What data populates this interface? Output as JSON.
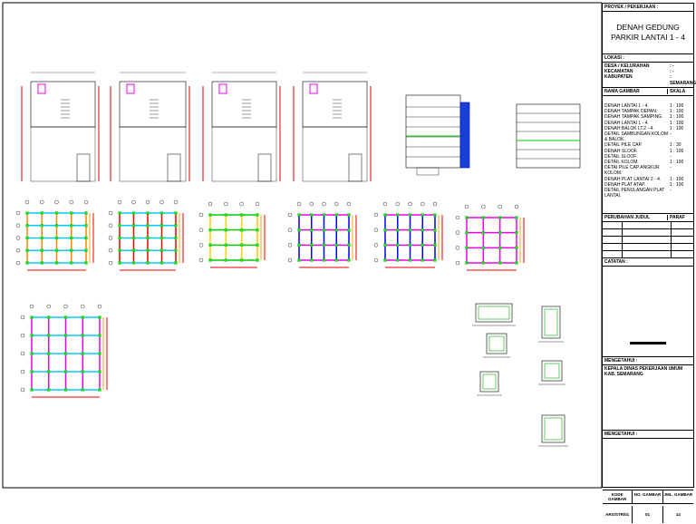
{
  "title_block": {
    "project_label": "PROYEK / PEKERJAAN :",
    "title": [
      "DENAH GEDUNG",
      "PARKIR LANTAI 1 - 4"
    ],
    "location_label": "LOKASI :",
    "desa_label": "DESA / KELURAHAN",
    "desa_value": ": -",
    "kec_label": "KECAMATAN",
    "kec_value": ": -",
    "kab_label": "KABUPATEN",
    "kab_value": ": SEMARANG",
    "list_header": "NAMA GAMBAR",
    "scale_header": "SKALA",
    "drawings": [
      {
        "name": "DENAH LANTAI 1 - 4.",
        "scale": "1 : 100"
      },
      {
        "name": "DENAH TAMPAK DEPAN.",
        "scale": "1 : 100"
      },
      {
        "name": "DENAH TAMPAK SAMPING.",
        "scale": "1 : 100"
      },
      {
        "name": "DENAH LANTAI 1 - 4.",
        "scale": "1 : 100"
      },
      {
        "name": "DENAH BALOK LT.2 - 4.",
        "scale": "1 : 100"
      },
      {
        "name": "DETAIL SAMBUNGAN KOLOM & BALOK.",
        "scale": "-"
      },
      {
        "name": "DETAIL PILE CAP.",
        "scale": "1 : 30"
      },
      {
        "name": "DENAH SLOOF.",
        "scale": "1 : 100"
      },
      {
        "name": "DETAIL SLOOF.",
        "scale": "-"
      },
      {
        "name": "DETAIL KOLOM.",
        "scale": "1 : 100"
      },
      {
        "name": "DETAI PILE CAP ANGKUR KOLOM.",
        "scale": "-"
      },
      {
        "name": "DENAH PLAT LANTAI 2 - 4.",
        "scale": "1 : 100"
      },
      {
        "name": "DENAH PLAT ATAP.",
        "scale": "1 : 100"
      },
      {
        "name": "DETAIL PENULANGAN PLAT LANTAI.",
        "scale": "-"
      }
    ],
    "revision_label": "PERUBAHAN JUDUL",
    "revision_col": "PARAF",
    "notes_label": "CATATAN :",
    "approve_label": "MENGETAHUI :",
    "approve_text": "KEPALA DINAS PEKERJAAN UMUM KAB. SEMARANG",
    "checked_label": "MENGETAHUI :",
    "sheet_code_label": "KODE GAMBAR",
    "sheet_no_label": "NO. GAMBAR",
    "sheet_count_label": "JML. GAMBAR",
    "sheet_code": "ARS/STR/01",
    "sheet_no": "01",
    "sheet_count": "14"
  }
}
